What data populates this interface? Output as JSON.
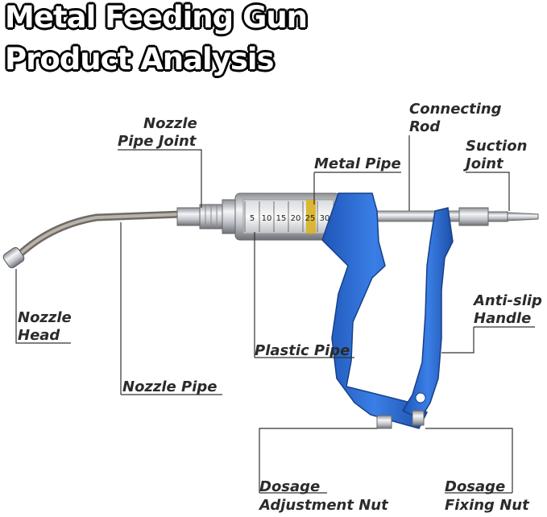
{
  "title": {
    "line1": "Metal Feeding Gun",
    "line2": "Product Analysis"
  },
  "labels": {
    "nozzle_pipe_joint": [
      "Nozzle",
      "Pipe Joint"
    ],
    "connecting_rod": [
      "Connecting",
      "Rod"
    ],
    "suction_joint": [
      "Suction",
      "Joint"
    ],
    "metal_pipe": "Metal Pipe",
    "nozzle_head": [
      "Nozzle",
      "Head"
    ],
    "anti_slip_handle": [
      "Anti-slip",
      "Handle"
    ],
    "plastic_pipe": "Plastic Pipe",
    "nozzle_pipe": "Nozzle Pipe",
    "dosage_adjustment_nut": [
      "Dosage",
      "Adjustment Nut"
    ],
    "dosage_fixing_nut": [
      "Dosage",
      "Fixing Nut"
    ]
  },
  "scale_marks": [
    "5",
    "10",
    "15",
    "20",
    "25",
    "30"
  ],
  "colors": {
    "handle_blue": "#2f6fd6",
    "metal": "#c9ccd1",
    "leader_line": "#333333",
    "label_text": "#2b2b2b"
  }
}
